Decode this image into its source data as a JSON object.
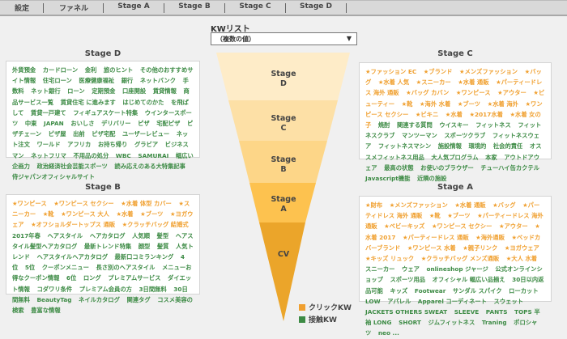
{
  "nav": [
    "設定",
    "ファネル",
    "Stage A",
    "Stage B",
    "Stage C",
    "Stage D"
  ],
  "kwlist": {
    "label": "KWリスト",
    "value": "（複数の値）"
  },
  "funnel": [
    "Stage D",
    "Stage C",
    "Stage B",
    "Stage A",
    "CV"
  ],
  "colors": {
    "click": "#f0a030",
    "contact": "#3d8b45"
  },
  "legend": {
    "click": "クリックKW",
    "contact": "接触KW"
  },
  "panels": {
    "stageD": {
      "title": "Stage D",
      "click": [],
      "contact": [
        "外貨預金",
        "カードローン",
        "金利",
        "旅のヒント",
        "その他のおすすめサイト情報",
        "住宅ローン",
        "医療健康福祉",
        "銀行",
        "ネットバンク",
        "手数料",
        "ネット銀行",
        "ローン",
        "定期預金",
        "口座開設",
        "賃貸情報",
        "商品サービス一覧",
        "賃貸住宅 に進みます",
        "はじめてのかた",
        "を飛ばして",
        "賃貸一戸建て",
        "フィギュアスケート特集",
        "ウインタースポーツ",
        "中東",
        "JAPAN",
        "おいしさ",
        "デリバリー",
        "ピザ",
        "宅配ピザ",
        "ピザチェーン",
        "ピザ屋",
        "出前",
        "ピザ宅配",
        "ユーザーレビュー",
        "ネット注文",
        "ワールド",
        "アフリカ",
        "お持ち帰り",
        "グラビア",
        "ビジネスマン",
        "ネットフリマ",
        "不用品の処分",
        "WBC",
        "SAMURAI",
        "幅広い企画力",
        "政治経済社会芸能スポーツ",
        "読み応えのある大特集記事",
        "侍ジャパンオフィシャルサイト"
      ]
    },
    "stageB": {
      "title": "Stage B",
      "click": [
        "★ワンピース",
        "★ワンピース セクシー",
        "★水着 体型 カバー",
        "★スニーカー",
        "★靴",
        "★ワンピース 大人",
        "★水着",
        "★ブーツ",
        "★ヨガウェア",
        "★オフショルダートップス 通販",
        "★クラッチバッグ 結婚式"
      ],
      "contact": [
        "2017年春",
        "ヘアスタイル",
        "ヘアカタログ",
        "人気順",
        "髪型",
        "ヘアスタイル髪型ヘアカタログ",
        "最新トレンド特集",
        "顔型",
        "髪質",
        "人気トレンド",
        "ヘアスタイルヘアカタログ",
        "最新口コミランキング",
        "4位",
        "5位",
        "クーポンメニュー",
        "長さ別のヘアスタイル",
        "メニューお得なクーポン情報",
        "6位",
        "ロング",
        "プレミアムサービス",
        "ダイエット情報",
        "コダワリ条件",
        "プレミアム会員の方",
        "3日間無料",
        "30日間無料",
        "BeautyTag",
        "ネイルカタログ",
        "関連タグ",
        "コスメ美容の検索",
        "豊富な情報"
      ]
    },
    "stageC": {
      "title": "Stage C",
      "click": [
        "★ファッション EC",
        "★ブランド",
        "★メンズファッション",
        "★バッグ",
        "★水着 人気",
        "★スニーカー",
        "★水着 通販",
        "★パーティードレス 海外 通販",
        "★バッグ カバン",
        "★ワンピース",
        "★アウター",
        "★ビューティー",
        "★靴",
        "★海外 水着",
        "★ブーツ",
        "★水着 海外",
        "★ワンピース セクシー",
        "★ビキニ",
        "★水着",
        "★2017水着",
        "★水着 女の子"
      ],
      "contact": [
        "焼酎",
        "関連する質問",
        "ウイスキー",
        "フィットネス",
        "フィットネスクラブ",
        "マンツーマン",
        "スポーツクラブ",
        "フィットネスウェア",
        "フィットネスマシン",
        "施設情報",
        "環境的",
        "社会的責任",
        "オススメフィットネス用品",
        "大人気プログラム",
        "本家",
        "アウトドアウェア",
        "最高の状態",
        "お使いのブラウザー",
        "チューハイ缶カクテル",
        "Javascript機能",
        "近隣の施設"
      ]
    },
    "stageA": {
      "title": "Stage A",
      "click": [
        "★財布",
        "★メンズファッション",
        "★水着 通販",
        "★バッグ",
        "★パーティドレス 海外 通販",
        "★靴",
        "★ブーツ",
        "★パーティードレス 海外 通販",
        "★ベビーキッズ",
        "★ワンピース セクシー",
        "★アウター",
        "★水着 2017",
        "★パーティードレス 通販",
        "★海外通販",
        "★ベッドカバーブランド",
        "★ワンピース 水着",
        "★親子リンク",
        "★ヨガウェア",
        "★キッズ リュック",
        "★クラッチバッグ メンズ通販",
        "★大人 水着"
      ],
      "contact": [
        "スニーカー",
        "ウェア",
        "onlineshop ジャージ",
        "公式オンラインショップ",
        "スポーツ用品",
        "オフィシャル 幅広い品揃え",
        "30日以内返品可能",
        "キッズ",
        "Footwear",
        "サンダル スパイク",
        "ローカット",
        "LOW",
        "アパレル",
        "Apparel コーディネート",
        "スウェット",
        "JACKETS OTHERS SWEAT",
        "SLEEVE",
        "PANTS",
        "TOPS 半袖 LONG",
        "SHORT",
        "ジムフィットネス",
        "Traning",
        "ポロシャツ",
        "neo ..."
      ]
    }
  }
}
